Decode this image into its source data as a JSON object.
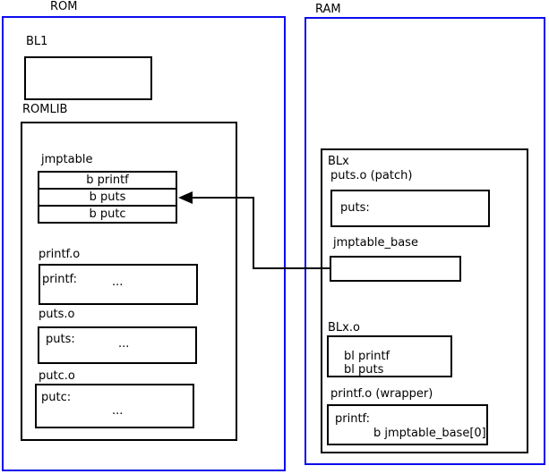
{
  "colors": {
    "container_border": "#0b0bee",
    "box_border": "#000000",
    "background": "#ffffff",
    "text": "#000000"
  },
  "rom": {
    "label": "ROM",
    "bl1": {
      "label": "BL1"
    },
    "romlib": {
      "label": "ROMLIB",
      "jmptable": {
        "label": "jmptable",
        "rows": [
          "b printf",
          "b puts",
          "b putc"
        ]
      },
      "printf_o": {
        "label": "printf.o",
        "symbol": "printf:",
        "body": "..."
      },
      "puts_o": {
        "label": "puts.o",
        "symbol": "puts:",
        "body": "..."
      },
      "putc_o": {
        "label": "putc.o",
        "symbol": "putc:",
        "body": "..."
      }
    }
  },
  "ram": {
    "label": "RAM",
    "blx": {
      "label": "BLx",
      "puts_patch": {
        "label": "puts.o (patch)",
        "symbol": "puts:"
      },
      "jmptable_base": {
        "label": "jmptable_base"
      },
      "blx_o": {
        "label": "BLx.o",
        "line1": "bl printf",
        "line2": "bl puts"
      },
      "printf_wrapper": {
        "label": "printf.o (wrapper)",
        "symbol": "printf:",
        "body": "b jmptable_base[0]"
      }
    }
  }
}
